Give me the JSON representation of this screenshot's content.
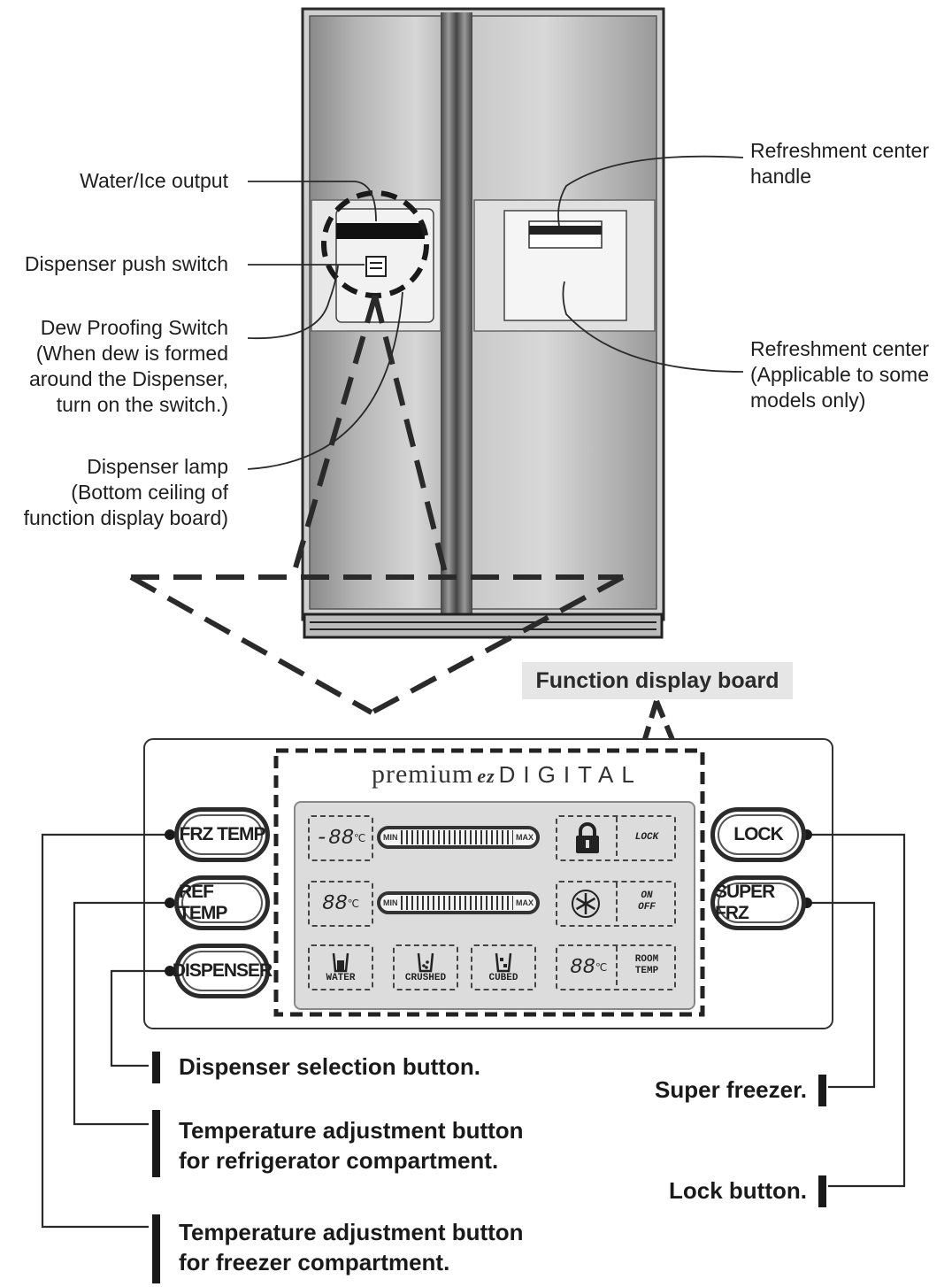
{
  "labels": {
    "water_ice_output": "Water/Ice output",
    "dispenser_push_switch": "Dispenser push switch",
    "dew_proofing": [
      "Dew Proofing Switch",
      "(When dew is formed",
      "around the Dispenser,",
      "turn on the switch.)"
    ],
    "dispenser_lamp": [
      "Dispenser  lamp",
      "(Bottom  ceiling of",
      "function display board)"
    ],
    "refreshment_handle": [
      "Refreshment center",
      "handle"
    ],
    "refreshment_center": [
      "Refreshment center",
      "(Applicable to some",
      "models only)"
    ]
  },
  "board": {
    "title": "Function display board",
    "brand_premium": "premium",
    "brand_ez": "ez",
    "brand_digital": "DIGITAL",
    "buttons": {
      "frz_temp": "FRZ TEMP",
      "ref_temp": "REF TEMP",
      "dispenser": "DISPENSER",
      "lock": "LOCK",
      "super_frz": "SUPER FRZ"
    },
    "lcd": {
      "frz_digits": "-88",
      "ref_digits": "88",
      "room_digits": "88",
      "deg": "℃",
      "min": "MIN",
      "max": "MAX",
      "lock": "LOCK",
      "on": "ON",
      "off": "OFF",
      "water": "WATER",
      "crushed": "CRUSHED",
      "cubed": "CUBED",
      "room": "ROOM",
      "temp": "TEMP"
    }
  },
  "callouts": {
    "dispenser_selection": "Dispenser selection button.",
    "ref_temp_adjust": [
      "Temperature adjustment button",
      "for refrigerator compartment."
    ],
    "frz_temp_adjust": [
      "Temperature adjustment button",
      "for freezer compartment."
    ],
    "super_freezer": "Super freezer.",
    "lock_button": "Lock button."
  }
}
